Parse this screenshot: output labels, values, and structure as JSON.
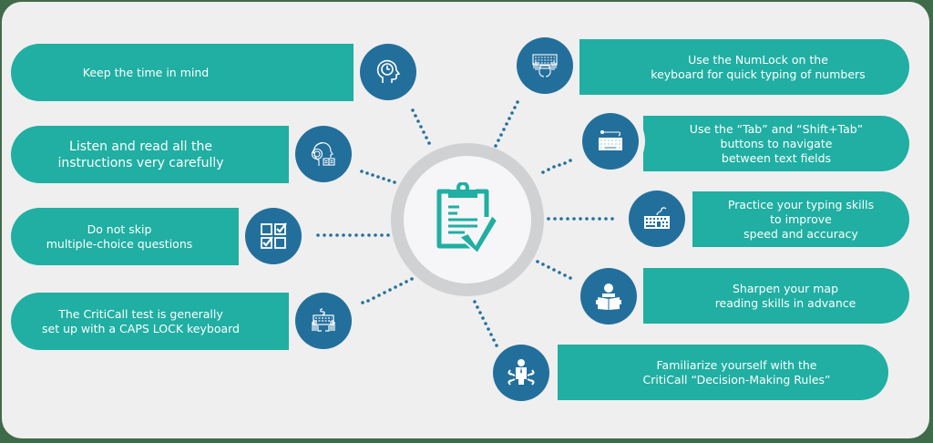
{
  "colors": {
    "pill": "#20afa2",
    "icon_circle": "#236f9c",
    "hub_ring": "#d0d1d3",
    "background": "#efefef",
    "dots": "#236f9c"
  },
  "center": {
    "icon": "clipboard-check-icon"
  },
  "tips_left": [
    {
      "text": "Keep the time in mind",
      "icon": "head-clock-icon"
    },
    {
      "text": "Listen and read all the instructions very carefully",
      "icon": "headphones-reading-icon"
    },
    {
      "text": "Do not skip multiple-choice questions",
      "icon": "checkbox-grid-icon"
    },
    {
      "text": "The CritiCall test is generally set up with a CAPS LOCK keyboard",
      "icon": "hands-keyboard-icon"
    }
  ],
  "tips_right": [
    {
      "text": "Use the NumLock on the keyboard for quick typing of numbers",
      "icon": "typing-hands-icon"
    },
    {
      "text": "Use the “Tab” and “Shift+Tab” buttons to navigate between text fields",
      "icon": "keyboard-cable-icon"
    },
    {
      "text": "Practice your typing skills to improve speed and accuracy",
      "icon": "keyboard-icon"
    },
    {
      "text": "Sharpen your map reading skills in advance",
      "icon": "person-reading-icon"
    },
    {
      "text": "Familiarize yourself with the CritiCall “Decision-Making Rules”",
      "icon": "decision-person-icon"
    }
  ],
  "lines": {
    "l0": [
      "Keep the time in mind"
    ],
    "l1": [
      "Listen and read all the",
      "instructions very carefully"
    ],
    "l2": [
      "Do not skip",
      "multiple-choice questions"
    ],
    "l3": [
      "The CritiCall test is generally",
      "set up with a CAPS LOCK keyboard"
    ],
    "r0": [
      "Use the NumLock on the",
      "keyboard for quick typing of numbers"
    ],
    "r1": [
      "Use the “Tab” and “Shift+Tab”",
      "buttons to navigate",
      "between text fields"
    ],
    "r2": [
      "Practice your typing skills",
      "to improve",
      "speed and accuracy"
    ],
    "r3": [
      "Sharpen your map",
      "reading skills in advance"
    ],
    "r4": [
      "Familiarize yourself with the",
      "CritiCall “Decision-Making Rules”"
    ]
  }
}
